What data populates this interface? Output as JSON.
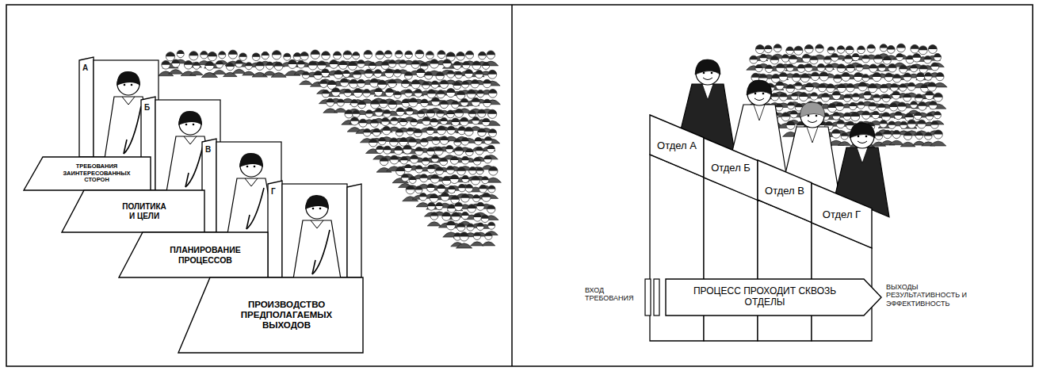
{
  "diagram": {
    "nodes": [
      {
        "text": [
          "ТРЕБОВАНИЯ ЗАИНТЕРЕСОВАННЫХ СТОРОН"
        ]
      },
      {
        "text": [
          "ПОЛИТИКА И ЦЕЛИ"
        ]
      },
      {
        "text": [
          "ПЛАНИРОВАНИЕ ПРОЦЕССОВ"
        ]
      },
      {
        "text": [
          "ПРОИЗВОДСТВО ПРЕДПОЛАГАЕМЫХ ВЫХОДОВ"
        ]
      },
      {
        "text": [
          "Отдел А"
        ]
      },
      {
        "text": [
          "Отдел Б"
        ]
      },
      {
        "text": [
          "Отдел В"
        ]
      },
      {
        "text": [
          "Отдел Г"
        ]
      },
      {
        "text": [
          "ПРОЦЕСС ПРОХОДИТ СКВОЗЬ ОТДЕЛЫ"
        ]
      }
    ],
    "labels": [
      "А",
      "Б",
      "В",
      "Г",
      "ВХОД ТРЕБОВАНИЯ",
      "ВЫХОДЫ РЕЗУЛЬТАТИВНОСТЬ И ЭФФЕКТИВНОСТЬ"
    ]
  }
}
